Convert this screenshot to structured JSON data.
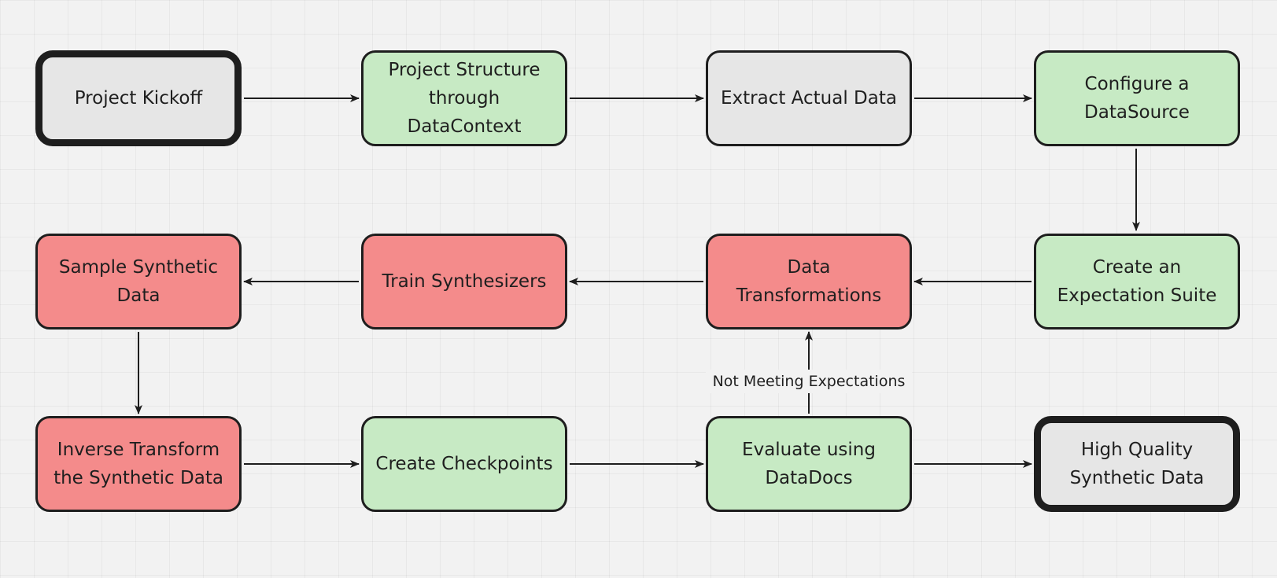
{
  "diagram": {
    "nodes": [
      {
        "id": "project-kickoff",
        "label": "Project Kickoff",
        "color": "#e6e6e6",
        "border": "thick"
      },
      {
        "id": "project-structure",
        "label": "Project Structure through DataContext",
        "color": "#c7eac4",
        "border": "normal"
      },
      {
        "id": "extract-actual-data",
        "label": "Extract Actual Data",
        "color": "#e6e6e6",
        "border": "normal"
      },
      {
        "id": "configure-datasource",
        "label": "Configure a DataSource",
        "color": "#c7eac4",
        "border": "normal"
      },
      {
        "id": "sample-synthetic-data",
        "label": "Sample Synthetic Data",
        "color": "#f48b8b",
        "border": "normal"
      },
      {
        "id": "train-synthesizers",
        "label": "Train Synthesizers",
        "color": "#f48b8b",
        "border": "normal"
      },
      {
        "id": "data-transformations",
        "label": "Data Transformations",
        "color": "#f48b8b",
        "border": "normal"
      },
      {
        "id": "create-expectation-suite",
        "label": "Create an Expectation Suite",
        "color": "#c7eac4",
        "border": "normal"
      },
      {
        "id": "inverse-transform",
        "label": "Inverse Transform the Synthetic Data",
        "color": "#f48b8b",
        "border": "normal"
      },
      {
        "id": "create-checkpoints",
        "label": "Create Checkpoints",
        "color": "#c7eac4",
        "border": "normal"
      },
      {
        "id": "evaluate-datadocs",
        "label": "Evaluate using DataDocs",
        "color": "#c7eac4",
        "border": "normal"
      },
      {
        "id": "high-quality-synthetic-data",
        "label": "High Quality Synthetic Data",
        "color": "#e6e6e6",
        "border": "thick"
      }
    ],
    "edges": [
      {
        "from": "project-kickoff",
        "to": "project-structure"
      },
      {
        "from": "project-structure",
        "to": "extract-actual-data"
      },
      {
        "from": "extract-actual-data",
        "to": "configure-datasource"
      },
      {
        "from": "configure-datasource",
        "to": "create-expectation-suite"
      },
      {
        "from": "create-expectation-suite",
        "to": "data-transformations"
      },
      {
        "from": "data-transformations",
        "to": "train-synthesizers"
      },
      {
        "from": "train-synthesizers",
        "to": "sample-synthetic-data"
      },
      {
        "from": "sample-synthetic-data",
        "to": "inverse-transform"
      },
      {
        "from": "inverse-transform",
        "to": "create-checkpoints"
      },
      {
        "from": "create-checkpoints",
        "to": "evaluate-datadocs"
      },
      {
        "from": "evaluate-datadocs",
        "to": "high-quality-synthetic-data"
      },
      {
        "from": "evaluate-datadocs",
        "to": "data-transformations",
        "label": "Not Meeting Expectations"
      }
    ],
    "edge_label": "Not Meeting Expectations",
    "colors": {
      "background": "#f2f2f2",
      "grey_node": "#e6e6e6",
      "green_node": "#c7eac4",
      "red_node": "#f48b8b",
      "stroke": "#1e1e1e"
    }
  }
}
